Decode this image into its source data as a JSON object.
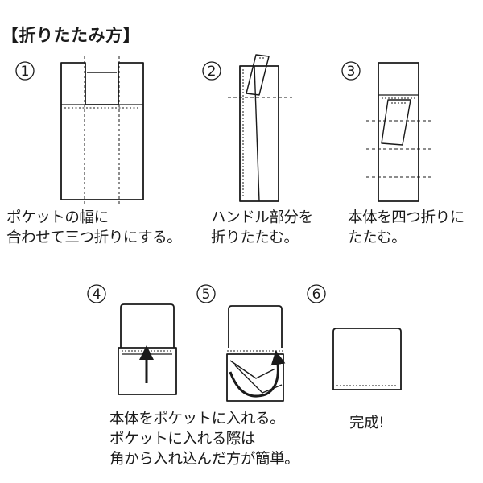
{
  "title": "【折りたたみ方】",
  "steps": [
    {
      "number": "1",
      "lines": [
        "ポケットの幅に",
        "合わせて三つ折りにする。"
      ]
    },
    {
      "number": "2",
      "lines": [
        "ハンドル部分を",
        "折りたたむ。"
      ]
    },
    {
      "number": "3",
      "lines": [
        "本体を四つ折りに",
        "たたむ。"
      ]
    },
    {
      "number": "4",
      "lines": [
        "本体をポケットに入れる。",
        "ポケットに入れる際は",
        "角から入れ込んだ方が簡単。"
      ]
    },
    {
      "number": "5",
      "lines": []
    },
    {
      "number": "6",
      "lines": [
        "完成!"
      ]
    }
  ]
}
